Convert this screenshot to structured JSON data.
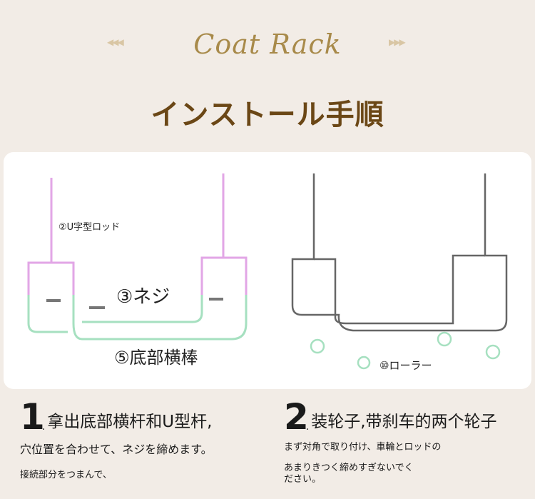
{
  "brand": {
    "logo": "Coat Rack",
    "arrow_left": "◀◀◀",
    "arrow_right": "▶▶▶"
  },
  "title": "インストール手順",
  "diagram1": {
    "label_rod": "②U字型ロッド",
    "label_screw": "③ネジ",
    "label_bar": "⑤底部横棒"
  },
  "diagram2": {
    "label_roller": "⑩ローラー"
  },
  "steps": [
    {
      "number": "1",
      "head": "拿出底部横杆和U型杆,",
      "line1": "穴位置を合わせて、ネジを締めます。",
      "line2": "接続部分をつまんで、"
    },
    {
      "number": "2",
      "head": "装轮子,带刹车的两个轮子",
      "line1": "まず対角で取り付け、車輪とロッドの",
      "line2": "あまりきつく締めすぎないでく",
      "line3": "ださい。"
    }
  ],
  "colors": {
    "pink": "#e2a6e6",
    "green": "#a6e0c0",
    "gray": "#555555",
    "title": "#6b4716"
  }
}
